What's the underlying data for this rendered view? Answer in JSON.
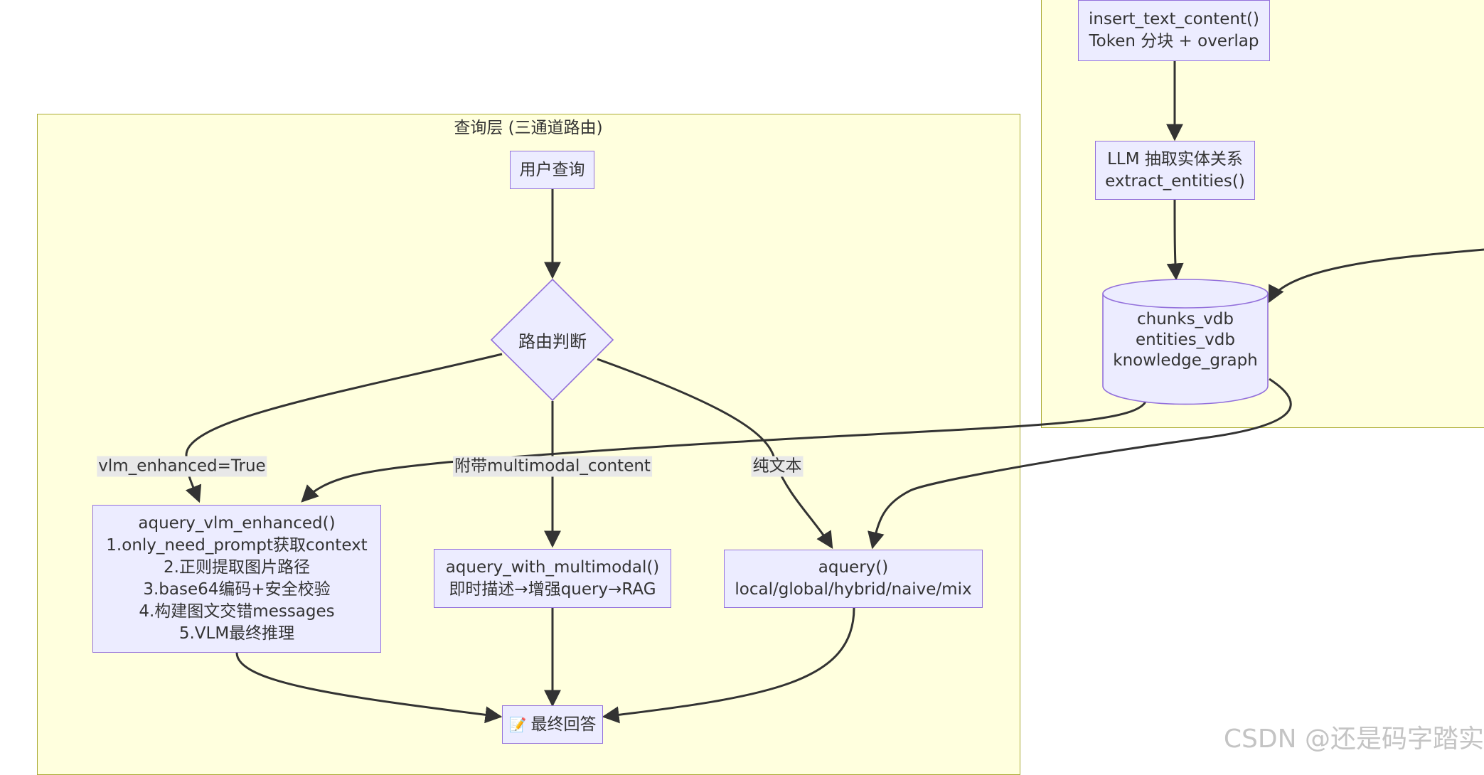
{
  "clusters": {
    "query_layer": {
      "title": "查询层 (三通道路由)"
    },
    "storage_layer": {
      "title": ""
    }
  },
  "nodes": {
    "insert_text": {
      "lines": [
        "insert_text_content()",
        "Token 分块 + overlap"
      ]
    },
    "llm_extract": {
      "lines": [
        "LLM 抽取实体关系",
        "extract_entities()"
      ]
    },
    "storage_db": {
      "lines": [
        "chunks_vdb",
        "entities_vdb",
        "knowledge_graph"
      ]
    },
    "user_query": {
      "lines": [
        "用户查询"
      ]
    },
    "route_decision": {
      "label": "路由判断"
    },
    "vlm_enhanced": {
      "lines": [
        "aquery_vlm_enhanced()",
        "1.only_need_prompt获取context",
        "2.正则提取图片路径",
        "3.base64编码+安全校验",
        "4.构建图文交错messages",
        "5.VLM最终推理"
      ]
    },
    "with_multimodal": {
      "lines": [
        "aquery_with_multimodal()",
        "即时描述→增强query→RAG"
      ]
    },
    "aquery": {
      "lines": [
        "aquery()",
        "local/global/hybrid/naive/mix"
      ]
    },
    "final_answer": {
      "icon": "📝",
      "label": "最终回答"
    }
  },
  "edge_labels": {
    "vlm": "vlm_enhanced=True",
    "multimodal": "附带multimodal_content",
    "text": "纯文本"
  },
  "colors": {
    "cluster_fill": "#ffffde",
    "cluster_border": "#aaaa33",
    "node_fill": "#ececff",
    "node_border": "#9370db",
    "edge": "#333333",
    "edge_label_bg": "#e8e8e8"
  },
  "watermark": "CSDN @还是码字踏实"
}
